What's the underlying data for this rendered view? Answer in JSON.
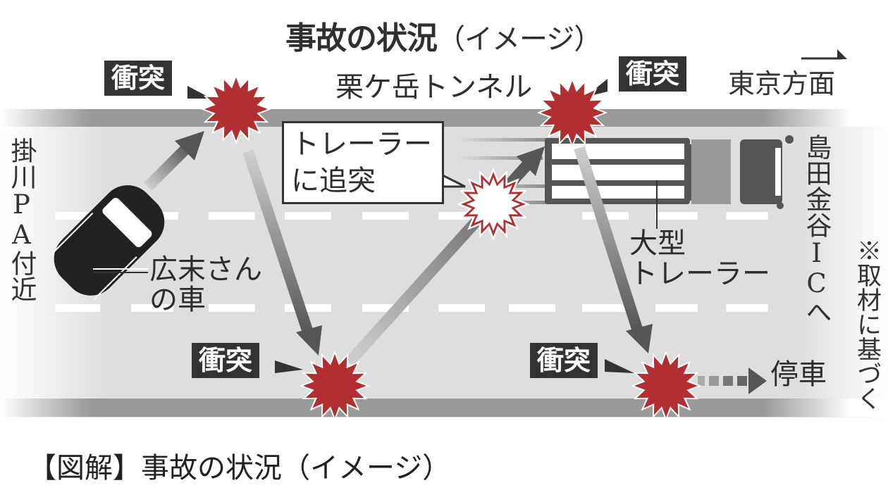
{
  "title": {
    "main": "事故の状況",
    "sub": "（イメージ）"
  },
  "tunnel_label": "栗ケ岳トンネル",
  "direction": {
    "label": "東京方面",
    "icon": "arrow-right-icon"
  },
  "collision_label": "衝突",
  "collisions": [
    {
      "id": "first",
      "label": "衝突",
      "type": "impact-burst"
    },
    {
      "id": "second",
      "label": "衝突",
      "type": "impact-burst"
    },
    {
      "id": "third",
      "label": "衝突",
      "type": "impact-burst"
    },
    {
      "id": "fourth",
      "label": "衝突",
      "type": "impact-burst"
    }
  ],
  "rear_end": {
    "line1": "トレーラー",
    "line2": "に追突",
    "type": "impact-burst-outline"
  },
  "left_location": "掛川PA付近",
  "right_location": "島田金谷ICへ",
  "source_note": "※取材に基づく",
  "car": {
    "label_line1": "広末さん",
    "label_line2": "の車"
  },
  "trailer": {
    "label_line1": "大型",
    "label_line2": "トレーラー"
  },
  "stopped_label": "停車",
  "caption": "【図解】事故の状況（イメージ）",
  "colors": {
    "impact_red": "#b12f30",
    "label_bg": "#333333",
    "road_light": "#dedede",
    "road_shoulder": "#9a9a9a",
    "arrow": "#555555"
  }
}
